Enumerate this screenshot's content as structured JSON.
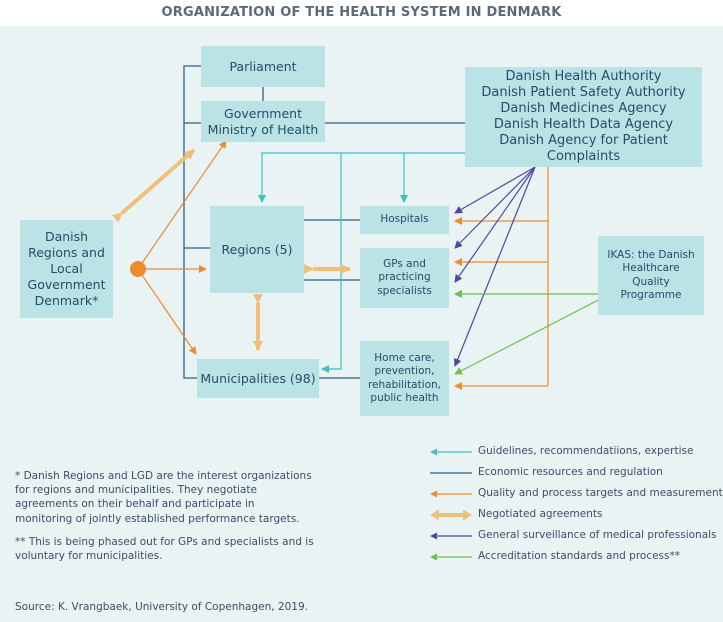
{
  "title": "ORGANIZATION OF THE HEALTH SYSTEM IN DENMARK",
  "boxes": {
    "parliament": "Parliament",
    "government": [
      "Government",
      "Ministry of Health"
    ],
    "agencies": [
      "Danish Health Authority",
      "Danish Patient Safety Authority",
      "Danish Medicines Agency",
      "Danish Health Data Agency",
      "Danish Agency for Patient Complaints"
    ],
    "danish_regions": [
      "Danish",
      "Regions and",
      "Local",
      "Government",
      "Denmark*"
    ],
    "regions": "Regions (5)",
    "municipalities": "Municipalities (98)",
    "hospitals": "Hospitals",
    "gps": [
      "GPs and",
      "practicing",
      "specialists"
    ],
    "home_care": [
      "Home care,",
      "prevention,",
      "rehabilitation,",
      "public health"
    ],
    "ikas": [
      "IKAS: the Danish",
      "Healthcare",
      "Quality",
      "Programme"
    ]
  },
  "notes": {
    "note1": "* Danish Regions and LGD are the interest organizations for regions and municipalities. They negotiate agreements on their behalf and participate in monitoring of jointly established performance targets.",
    "note2": "** This is being phased out for GPs and specialists and is voluntary for municipalities."
  },
  "legend": [
    {
      "label": "Guidelines, recommendatiions, expertise",
      "color": "#3fc0c4",
      "style": "arrow-thin"
    },
    {
      "label": "Economic resources and regulation",
      "color": "#2f5f84",
      "style": "line"
    },
    {
      "label": "Quality and process targets and measurement",
      "color": "#f08a2e",
      "style": "arrow-thin"
    },
    {
      "label": "Negotiated agreements",
      "color": "#efc07a",
      "style": "double-arrow"
    },
    {
      "label": "General surveillance of medical professionals",
      "color": "#4b4aa0",
      "style": "arrow-thin"
    },
    {
      "label": "Accreditation standards and process**",
      "color": "#6fbf4a",
      "style": "arrow-thin"
    }
  ],
  "source": "Source: K. Vrangbaek, University of Copenhagen, 2019."
}
